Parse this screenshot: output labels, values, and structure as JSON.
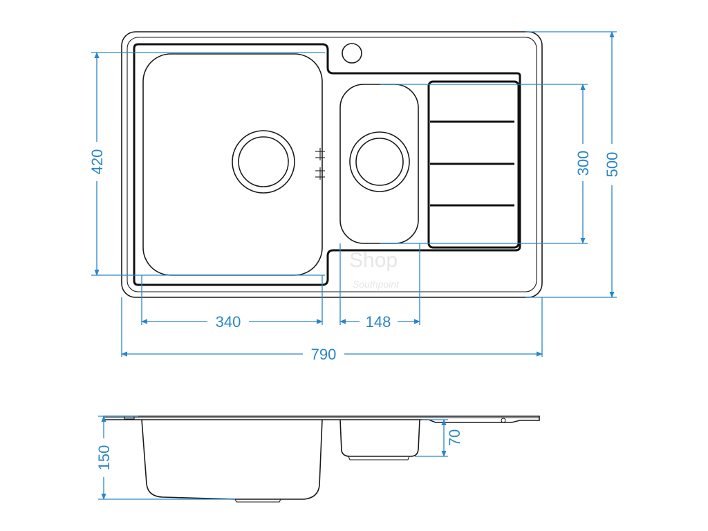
{
  "colors": {
    "dimension": "#2a86c6",
    "outline": "#1a1a1a",
    "background": "#ffffff"
  },
  "watermark": {
    "line1": "Shop",
    "line2": "Southpoint"
  },
  "dimensions": {
    "overall_width": "790",
    "overall_depth": "500",
    "main_bowl_width": "340",
    "main_bowl_depth": "420",
    "small_bowl_width": "148",
    "small_bowl_depth": "300",
    "main_bowl_height": "150",
    "small_bowl_height": "70"
  }
}
